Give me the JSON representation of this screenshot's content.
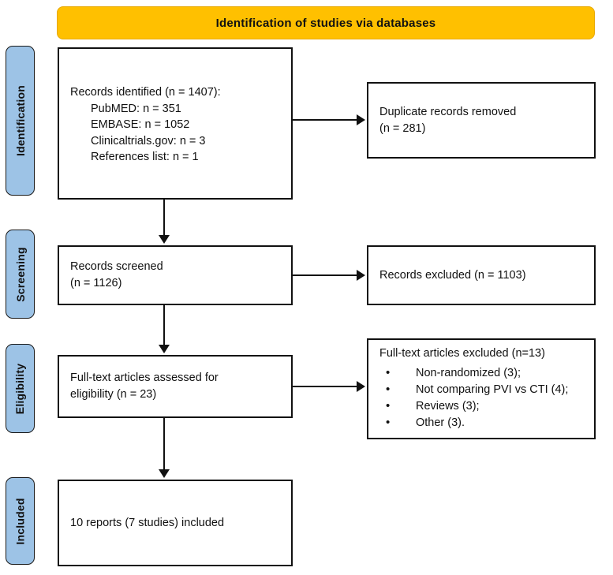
{
  "banner": {
    "title": "Identification of studies via databases"
  },
  "colors": {
    "banner_fill": "#FFC000",
    "stage_tab_fill": "#9DC3E6",
    "box_border": "#111111",
    "text": "#111111"
  },
  "stages": [
    {
      "label": "Identification"
    },
    {
      "label": "Screening"
    },
    {
      "label": "Eligibility"
    },
    {
      "label": "Included"
    }
  ],
  "boxes": {
    "records_identified": {
      "title": "Records identified (n = 1407):",
      "sources": [
        "PubMED: n = 351",
        "EMBASE: n = 1052",
        "Clinicaltrials.gov: n = 3",
        "References list: n = 1"
      ]
    },
    "duplicates_removed": {
      "line1": "Duplicate records removed",
      "line2": "(n = 281)"
    },
    "records_screened": {
      "line1": "Records screened",
      "line2": "(n = 1126)"
    },
    "records_excluded": {
      "line1": "Records excluded (n = 1103)"
    },
    "fulltext_assessed": {
      "line1": "Full-text articles assessed for",
      "line2": "eligibility (n = 23)"
    },
    "fulltext_excluded": {
      "title": "Full-text articles excluded (n=13)",
      "reasons": [
        "Non-randomized (3);",
        "Not comparing PVI vs CTI (4);",
        "Reviews (3);",
        "Other (3)."
      ]
    },
    "included": {
      "line1": "10 reports (7 studies) included"
    }
  }
}
